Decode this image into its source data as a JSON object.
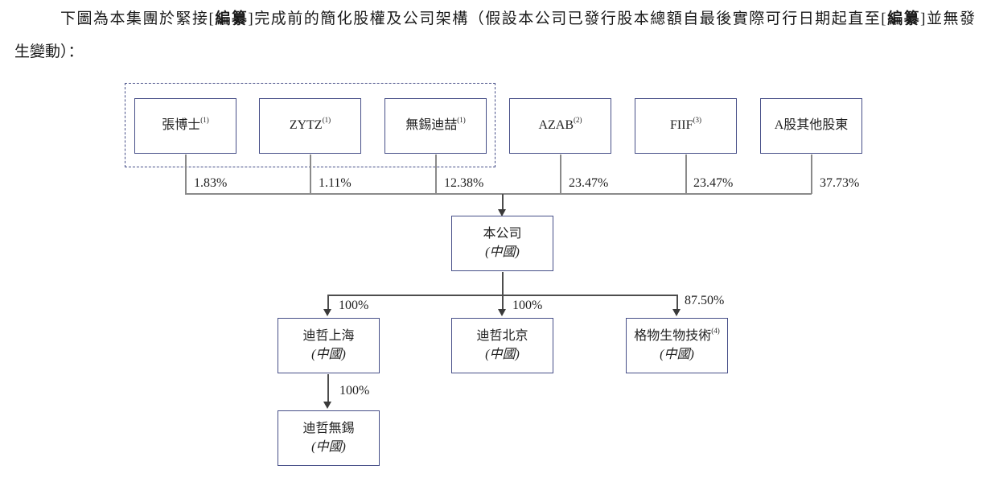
{
  "intro": {
    "line1_seg1": "下圖為本集團於緊接[",
    "line1_bold1": "編纂",
    "line1_seg2": "]完成前的簡化股權及公司架構（假設本公司已發行股本總額自最後實際可行日期起直至[",
    "line1_bold2": "編纂",
    "line1_seg3": "]並無發",
    "line2": "生變動）："
  },
  "shareholders": [
    {
      "name": "張博士",
      "footnote": "(1)",
      "ownership": "1.83%"
    },
    {
      "name": "ZYTZ",
      "footnote": "(1)",
      "ownership": "1.11%"
    },
    {
      "name": "無錫迪喆",
      "footnote": "(1)",
      "ownership": "12.38%"
    },
    {
      "name": "AZAB",
      "footnote": "(2)",
      "ownership": "23.47%"
    },
    {
      "name": "FIIF",
      "footnote": "(3)",
      "ownership": "23.47%"
    },
    {
      "name": "A股其他股東",
      "footnote": "",
      "ownership": "37.73%"
    }
  ],
  "company": {
    "name": "本公司",
    "jurisdiction": "(中國)"
  },
  "subsidiaries": [
    {
      "name": "迪哲上海",
      "footnote": "",
      "jurisdiction": "(中國)",
      "ownership": "100%"
    },
    {
      "name": "迪哲北京",
      "footnote": "",
      "jurisdiction": "(中國)",
      "ownership": "100%"
    },
    {
      "name": "格物生物技術",
      "footnote": "(4)",
      "jurisdiction": "(中國)",
      "ownership": "87.50%"
    }
  ],
  "sub_subsidiary": {
    "name": "迪哲無錫",
    "jurisdiction": "(中國)",
    "ownership": "100%",
    "parent": "迪哲上海"
  },
  "colors": {
    "box_border": "#474f88",
    "connector_line": "#8a8a8a",
    "arrow": "#3a3a3a",
    "text": "#1f1f1f"
  }
}
